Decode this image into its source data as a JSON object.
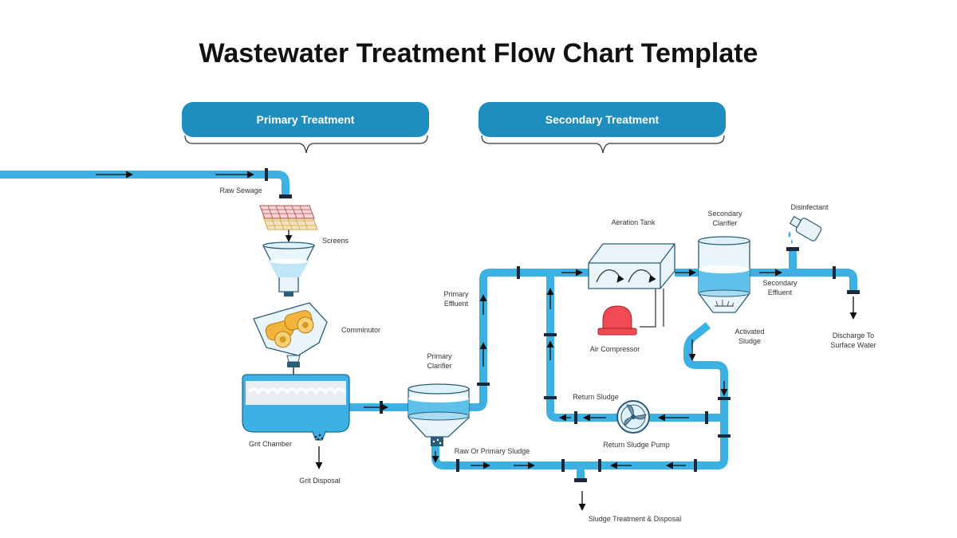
{
  "title": "Wastewater Treatment Flow Chart Template",
  "banners": {
    "primary": "Primary Treatment",
    "secondary": "Secondary Treatment"
  },
  "labels": {
    "raw_sewage": "Raw Sewage",
    "screens": "Screens",
    "comminutor": "Comminutor",
    "grit_chamber": "Grit Chamber",
    "grit_disposal": "Grit Disposal",
    "primary_clarifier": [
      "Primary",
      "Clarifier"
    ],
    "primary_effluent": [
      "Primary",
      "Effluent"
    ],
    "raw_or_primary_sludge": "Raw Or Primary Sludge",
    "aeration_tank": "Aeration Tank",
    "air_compressor": "Air Compressor",
    "secondary_clarifier": [
      "Secondary",
      "Clarifier"
    ],
    "disinfectant": "Disinfectant",
    "secondary_effluent": [
      "Secondary",
      "Effluent"
    ],
    "discharge": [
      "Discharge To",
      "Surface Water"
    ],
    "activated_sludge": [
      "Activated",
      "Sludge"
    ],
    "return_sludge": "Return Sludge",
    "return_sludge_pump": "Return Sludge Pump",
    "sludge_treatment": "Sludge Treatment & Disposal"
  },
  "colors": {
    "pipe": "#3db1e3",
    "pipe_dark": "#1f8dbd",
    "joint": "#1a2a3a",
    "tank_stroke": "#2b5d7a",
    "water": "#8fd6f2",
    "compressor": "#f04a55",
    "roller": "#f2b43c"
  }
}
